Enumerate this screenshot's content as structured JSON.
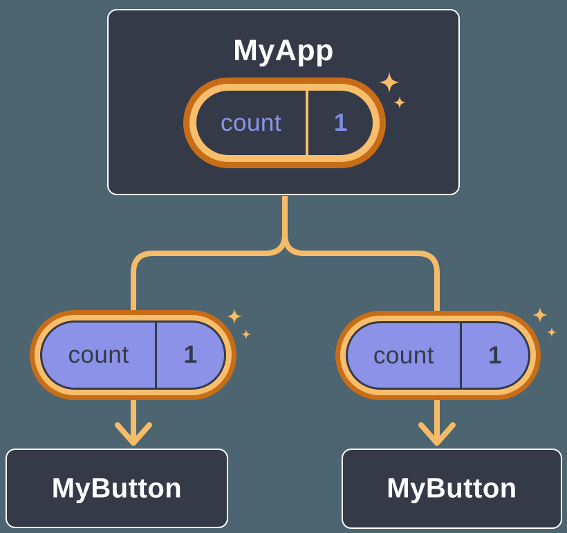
{
  "diagram": {
    "type": "component-state-tree",
    "root": {
      "title": "MyApp",
      "state": {
        "name": "count",
        "value": "1"
      }
    },
    "children": [
      {
        "title": "MyButton",
        "state": {
          "name": "count",
          "value": "1"
        }
      },
      {
        "title": "MyButton",
        "state": {
          "name": "count",
          "value": "1"
        }
      }
    ]
  },
  "colors": {
    "background": "#4C6570",
    "panel": "#343A47",
    "panel_border": "#FFFFFF",
    "orange_dark": "#C76D18",
    "orange_light": "#F9BE6C",
    "connector": "#F6BB68",
    "purple_fill": "#8B92E8",
    "periwinkle_text": "#8B96E8",
    "value_text": "#7E8CE0",
    "dark_text": "#343A47",
    "title_text": "#FFFFFF"
  }
}
